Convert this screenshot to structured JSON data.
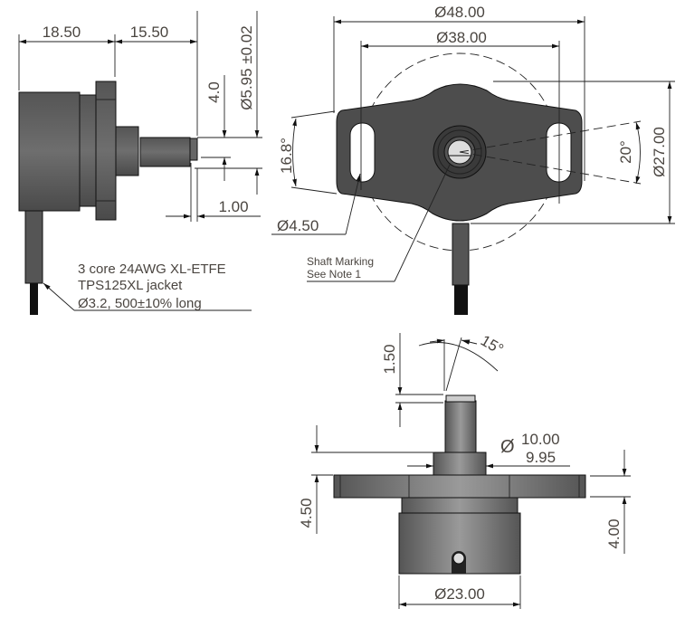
{
  "side_view": {
    "dim_body_length": "18.50",
    "dim_shaft_length": "15.50",
    "dim_flat_depth": "4.0",
    "dim_shaft_diameter": "Ø5.95 ±0.02",
    "dim_chamfer": "1.00",
    "cable_note": [
      "3 core 24AWG XL-ETFE",
      "TPS125XL jacket",
      "Ø3.2, 500±10% long"
    ]
  },
  "front_view": {
    "dim_outer_diameter": "Ø48.00",
    "dim_mount_pitch": "Ø38.00",
    "dim_body_diameter": "Ø27.00",
    "dim_slot_angle": "16.8°",
    "dim_rotation_angle": "20°",
    "dim_slot_width": "Ø4.50",
    "shaft_marking_note": [
      "Shaft Marking",
      "See Note 1"
    ]
  },
  "bottom_view": {
    "dim_tip_height": "1.50",
    "dim_chamfer_angle": "15°",
    "dim_collar_height": "4.50",
    "dim_collar_diameter_symbol": "Ø",
    "dim_collar_diameter_max": "10.00",
    "dim_collar_diameter_min": "9.95",
    "dim_flange_thickness": "4.00",
    "dim_housing_diameter": "Ø23.00"
  },
  "colors": {
    "part_dark": "#4d4d4d",
    "part_mid": "#7a7a7a",
    "text": "#4a4540"
  }
}
